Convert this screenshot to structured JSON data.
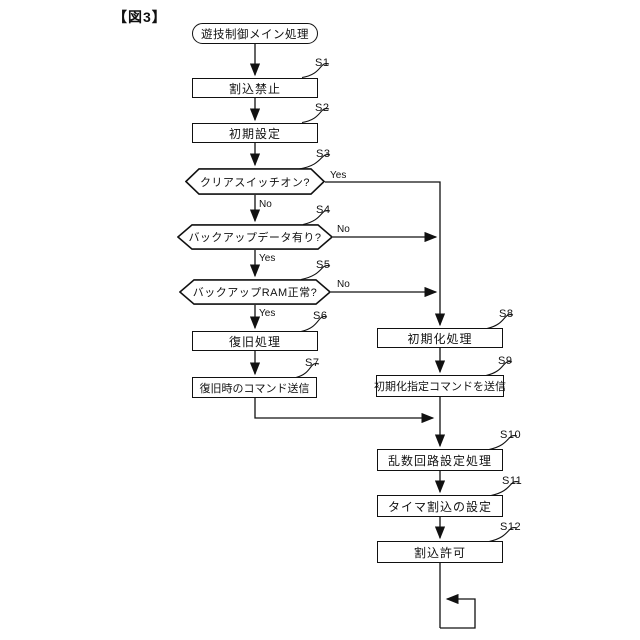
{
  "diagram": {
    "title": "【図3】",
    "yes_label": "Yes",
    "no_label": "No",
    "nodes": {
      "start": {
        "label": "遊技制御メイン処理"
      },
      "s1": {
        "id": "S1",
        "label": "割込禁止"
      },
      "s2": {
        "id": "S2",
        "label": "初期設定"
      },
      "s3": {
        "id": "S3",
        "label": "クリアスイッチオン?"
      },
      "s4": {
        "id": "S4",
        "label": "バックアップデータ有り?"
      },
      "s5": {
        "id": "S5",
        "label": "バックアップRAM正常?"
      },
      "s6": {
        "id": "S6",
        "label": "復旧処理"
      },
      "s7": {
        "id": "S7",
        "label": "復旧時のコマンド送信"
      },
      "s8": {
        "id": "S8",
        "label": "初期化処理"
      },
      "s9": {
        "id": "S9",
        "label": "初期化指定コマンドを送信"
      },
      "s10": {
        "id": "S10",
        "label": "乱数回路設定処理"
      },
      "s11": {
        "id": "S11",
        "label": "タイマ割込の設定"
      },
      "s12": {
        "id": "S12",
        "label": "割込許可"
      }
    }
  }
}
